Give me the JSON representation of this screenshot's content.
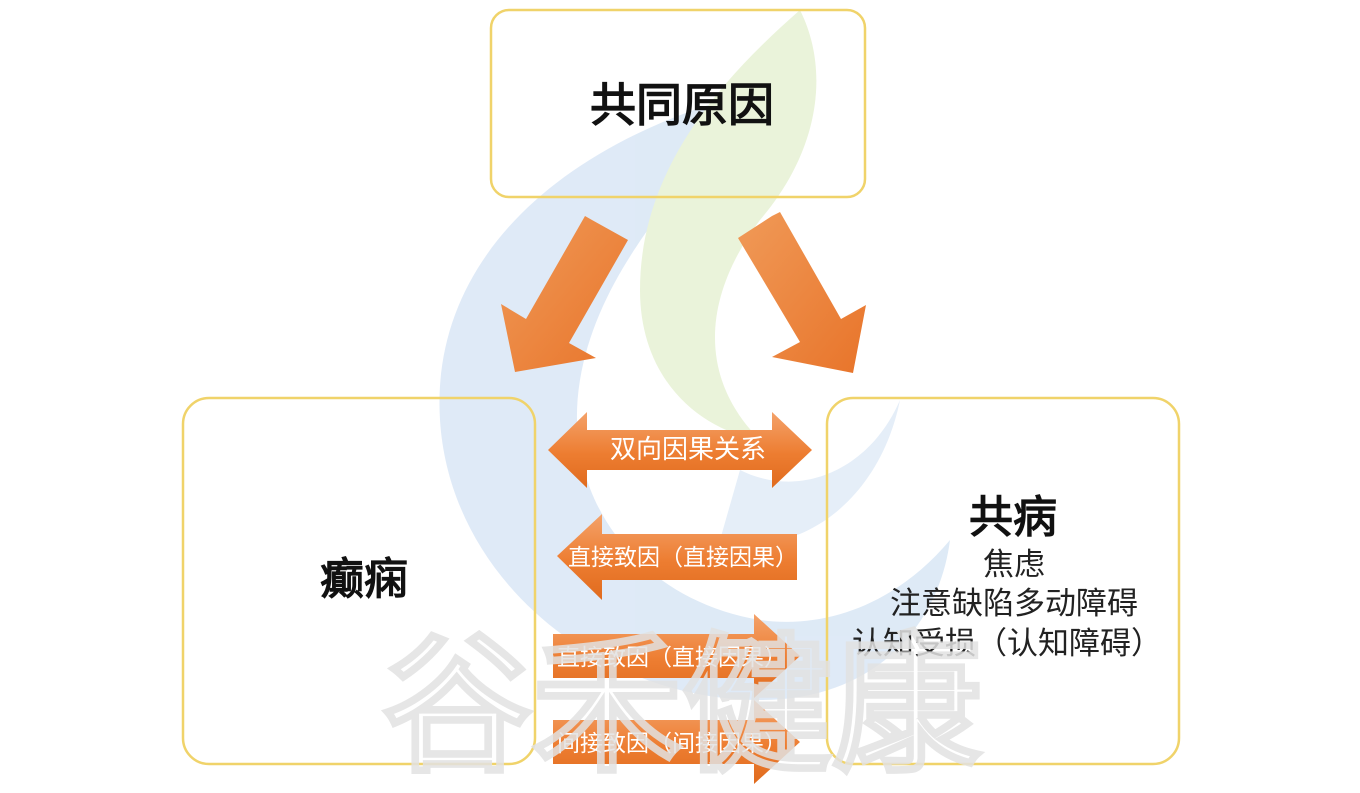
{
  "top_box": {
    "title": "共同原因"
  },
  "left_box": {
    "title": "癫痫"
  },
  "right_box": {
    "title": "共病",
    "items": [
      "焦虑",
      "注意缺陷多动障碍",
      "认知受损（认知障碍）"
    ]
  },
  "arrows": {
    "bidirectional": "双向因果关系",
    "to_left": "直接致因（直接因果）",
    "to_right_direct": "直接致因（直接因果）",
    "to_right_indirect": "间接致因（间接因果）"
  },
  "watermark": {
    "text": "谷禾健康"
  },
  "colors": {
    "arrow": "#ed7d31",
    "box_border": "#f0d36a",
    "logo_blue": "#dbe8f6",
    "logo_green": "#e8f2d6"
  }
}
